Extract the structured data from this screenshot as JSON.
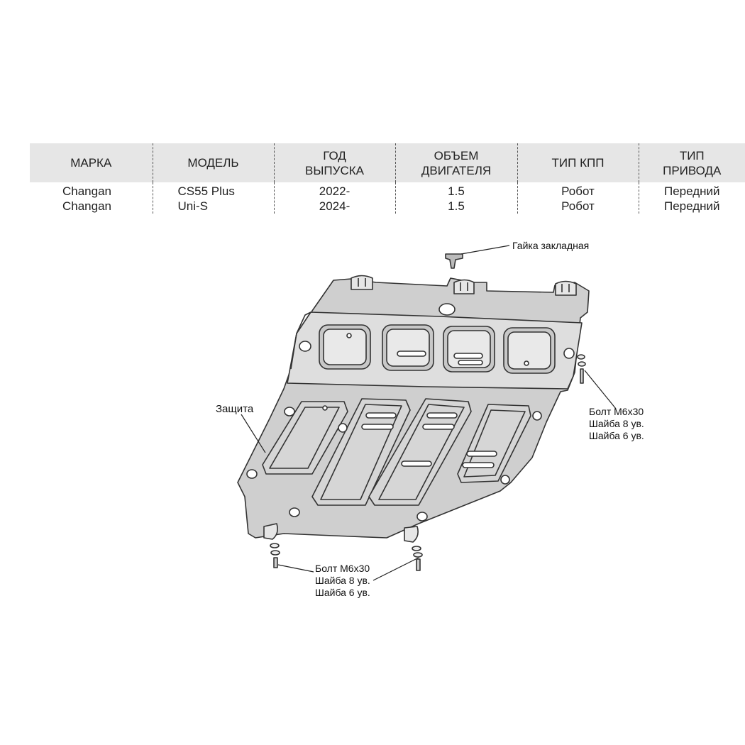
{
  "table": {
    "headers": [
      "МАРКА",
      "МОДЕЛЬ",
      "ГОД\nВЫПУСКА",
      "ОБЪЕМ\nДВИГАТЕЛЯ",
      "ТИП КПП",
      "ТИП\nПРИВОДА"
    ],
    "rows": [
      [
        "Changan\nChangan",
        "CS55 Plus\nUni-S",
        "2022-\n2024-",
        "1.5\n1.5",
        "Робот\nРобот",
        "Передний\nПередний"
      ]
    ]
  },
  "labels": {
    "nut": "Гайка закладная",
    "shield": "Защита",
    "bolt_right": "Болт М6х30\nШайба 8 ув.\nШайба 6 ув.",
    "bolt_bottom": "Болт М6х30\nШайба 8 ув.\nШайба 6 ув."
  },
  "colors": {
    "header_bg": "#e6e6e6",
    "plate_fill": "#cfcfcf",
    "band_fill": "#dedede",
    "line": "#333333"
  }
}
